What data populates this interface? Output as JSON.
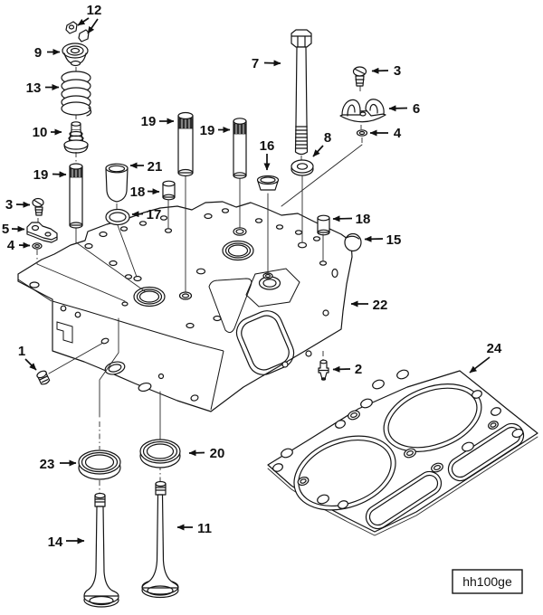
{
  "figure": {
    "kind": "exploded-parts-diagram",
    "subject": "cylinder-head-assembly",
    "figure_code": "hh100ge",
    "colors": {
      "ink": "#141414",
      "background": "#ffffff"
    },
    "callouts": [
      {
        "label": "12"
      },
      {
        "label": "9"
      },
      {
        "label": "13"
      },
      {
        "label": "10"
      },
      {
        "label": "19"
      },
      {
        "label": "3"
      },
      {
        "label": "5"
      },
      {
        "label": "4"
      },
      {
        "label": "21"
      },
      {
        "label": "18"
      },
      {
        "label": "17"
      },
      {
        "label": "19"
      },
      {
        "label": "19"
      },
      {
        "label": "16"
      },
      {
        "label": "7"
      },
      {
        "label": "8"
      },
      {
        "label": "3"
      },
      {
        "label": "6"
      },
      {
        "label": "4"
      },
      {
        "label": "18"
      },
      {
        "label": "15"
      },
      {
        "label": "22"
      },
      {
        "label": "2"
      },
      {
        "label": "24"
      },
      {
        "label": "1"
      },
      {
        "label": "23"
      },
      {
        "label": "20"
      },
      {
        "label": "11"
      },
      {
        "label": "14"
      }
    ]
  }
}
